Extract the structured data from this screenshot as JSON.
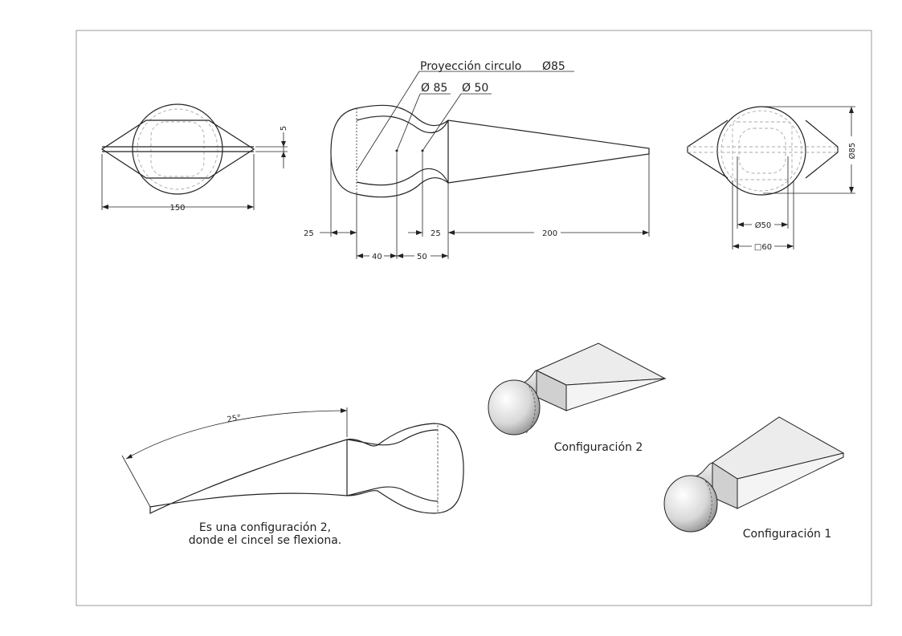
{
  "front_view": {
    "dim_width": "150",
    "dim_thickness": "5"
  },
  "side_view": {
    "callout_projection": "Proyección circulo",
    "callout_projection_dia": "Ø85",
    "callout_dia_1": "Ø 85",
    "callout_dia_2": "Ø 50",
    "dim_head": "25",
    "dim_neck": "25",
    "dim_tip": "200",
    "dim_40": "40",
    "dim_50": "50"
  },
  "end_view": {
    "dim_dia_85": "Ø85",
    "dim_dia_50": "Ø50",
    "dim_sq_60": "□60"
  },
  "bent_view": {
    "angle": "25°",
    "note_line1": "Es una configuración 2,",
    "note_line2": "donde el cincel se flexiona."
  },
  "iso_views": {
    "config2_label": "Configuración 2",
    "config1_label": "Configuración 1"
  }
}
